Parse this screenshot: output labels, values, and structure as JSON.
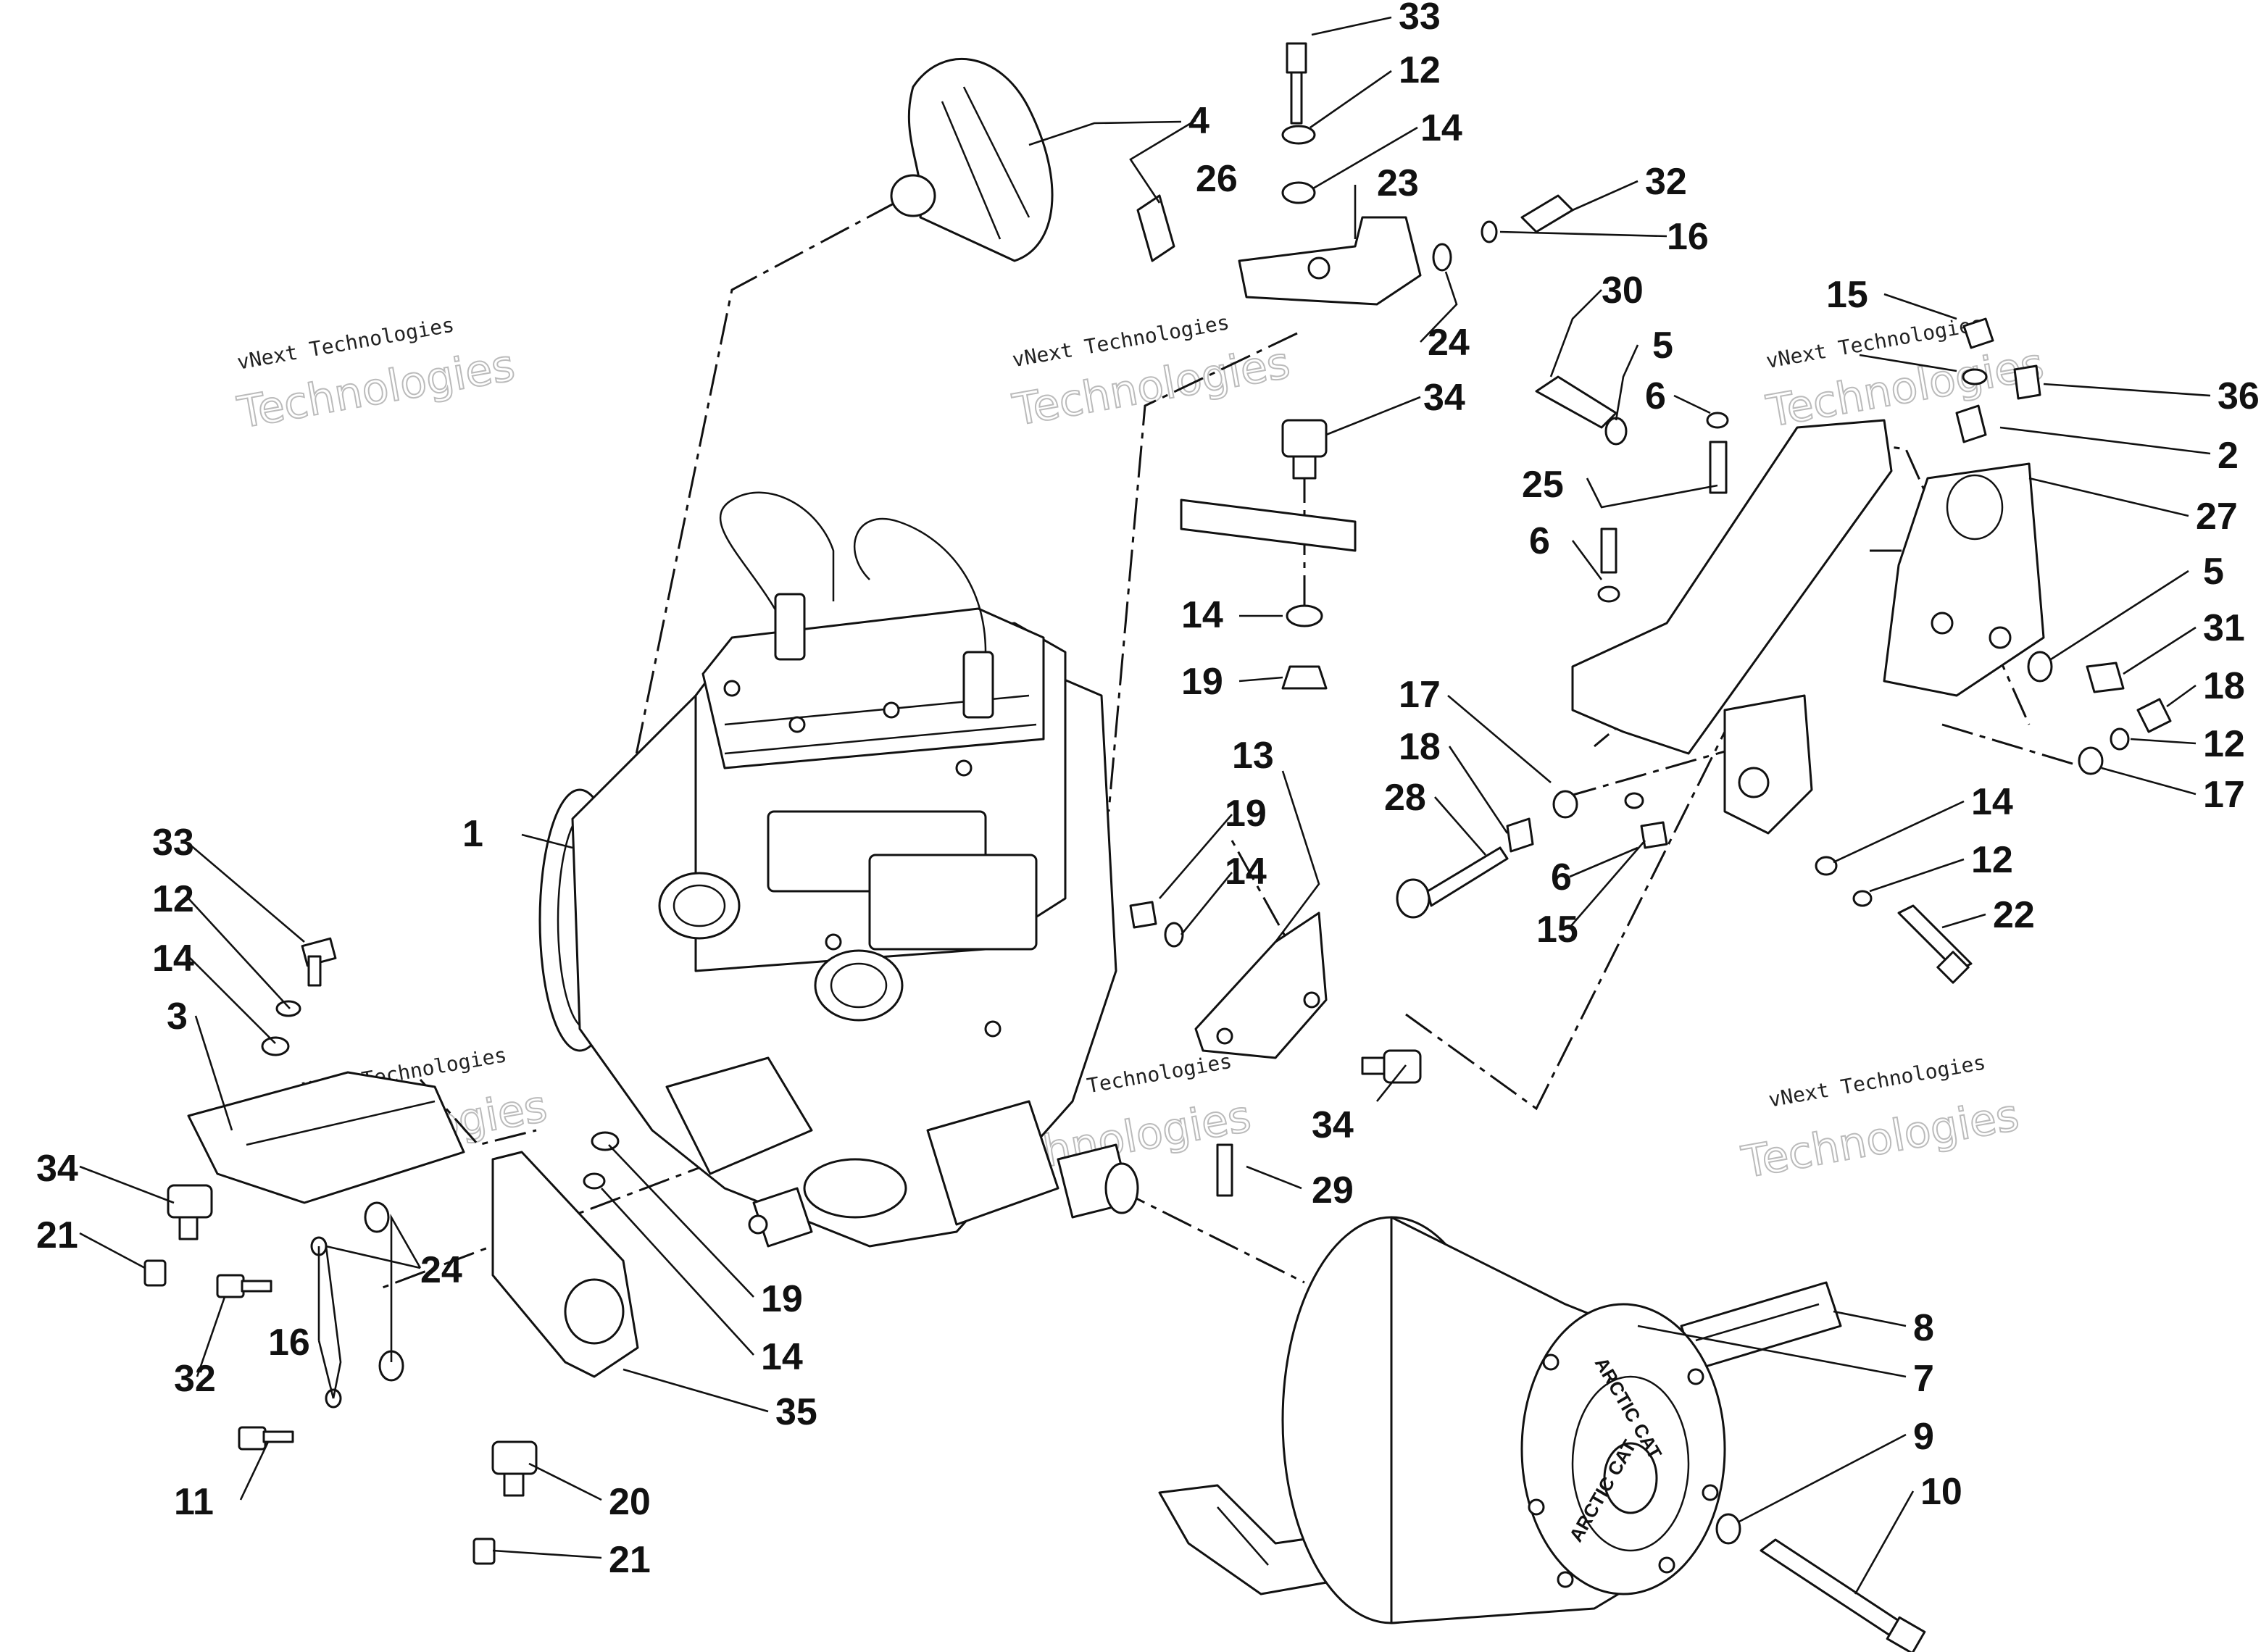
{
  "watermark": {
    "line1": "vNext Technologies",
    "line2": "Technologies"
  },
  "brand_mark": "ARCTIC CAT",
  "callouts": {
    "c1": "1",
    "c2": "2",
    "c3": "3",
    "c4": "4",
    "c5a": "5",
    "c5b": "5",
    "c6a": "6",
    "c6b": "6",
    "c6c": "6",
    "c7": "7",
    "c8": "8",
    "c9": "9",
    "c10": "10",
    "c11": "11",
    "c12a": "12",
    "c12b": "12",
    "c12c": "12",
    "c12d": "12",
    "c13": "13",
    "c14a": "14",
    "c14b": "14",
    "c14c": "14",
    "c14d": "14",
    "c14e": "14",
    "c14f": "14",
    "c15a": "15",
    "c15b": "15",
    "c16a": "16",
    "c16b": "16",
    "c17a": "17",
    "c17b": "17",
    "c18a": "18",
    "c18b": "18",
    "c19a": "19",
    "c19b": "19",
    "c19c": "19",
    "c20": "20",
    "c21a": "21",
    "c21b": "21",
    "c22": "22",
    "c23": "23",
    "c24a": "24",
    "c24b": "24",
    "c25": "25",
    "c26": "26",
    "c27": "27",
    "c28": "28",
    "c29": "29",
    "c30": "30",
    "c31": "31",
    "c32a": "32",
    "c32b": "32",
    "c33a": "33",
    "c33b": "33",
    "c34a": "34",
    "c34b": "34",
    "c34c": "34",
    "c35": "35",
    "c36": "36"
  }
}
